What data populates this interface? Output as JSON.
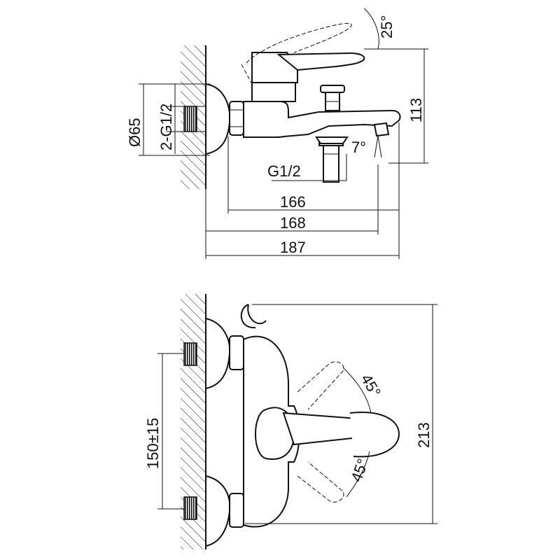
{
  "side_view": {
    "angle_lever": "25°",
    "height": "113",
    "diameter": "Ø65",
    "thread_inlets": "2-G1/2",
    "angle_spout": "7°",
    "thread_outlet": "G1/2",
    "width_166": "166",
    "width_168": "168",
    "width_187": "187"
  },
  "front_view": {
    "angle_upper": "45°",
    "angle_lower": "45°",
    "spacing": "150±15",
    "height": "213"
  }
}
